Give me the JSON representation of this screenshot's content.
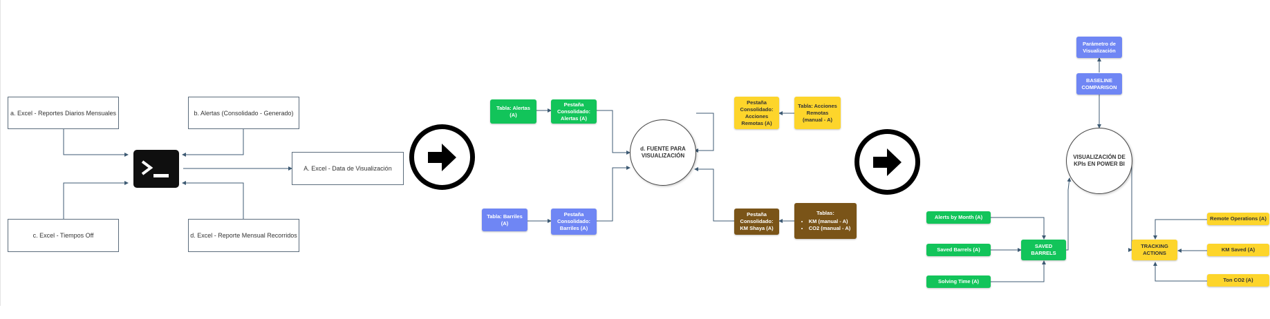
{
  "left_section": {
    "sources": [
      {
        "label": "a. Excel - Reportes Diarios Mensuales"
      },
      {
        "label": "b. Alertas (Consolidado - Generado)"
      },
      {
        "label": "c. Excel - Tiempos Off"
      },
      {
        "label": "d. Excel - Reporte Mensual Recorridos"
      }
    ],
    "terminal_icon": "terminal-icon",
    "output": "A. Excel - Data de Visualización"
  },
  "middle_section": {
    "tabla_alertas": "Tabla: Alertas (A)",
    "pestana_alertas": "Pestaña Consolidado: Alertas (A)",
    "tabla_barriles": "Tabla: Barriles (A)",
    "pestana_barriles": "Pestaña Consolidado: Barriles (A)",
    "hub": "d. FUENTE PARA VISUALIZACIÓN",
    "pestana_acciones": "Pestaña Consolidado: Acciones Remotas (A)",
    "tabla_acciones": "Tabla: Acciones Remotas (manual - A)",
    "pestana_km": "Pestaña Consolidado: KM Shaya (A)",
    "tablas_title": "Tablas:",
    "tablas_items": [
      "KM (manual - A)",
      "CO2 (manual - A)"
    ]
  },
  "right_section": {
    "parametro": "Parámetro de Visualización",
    "baseline": "BASELINE COMPARISON",
    "hub": "VISUALIZACIÓN DE KPIs EN POWER BI",
    "alerts_month": "Alerts by Month (A)",
    "saved_barrels_in": "Saved Barrels (A)",
    "solving_time": "Solving Time (A)",
    "saved_barrels": "SAVED BARRELS",
    "tracking": "TRACKING ACTIONS",
    "remote_ops": "Remote Operations (A)",
    "km_saved": "KM Saved (A)",
    "ton_co2": "Ton CO2 (A)"
  },
  "colors": {
    "green": "#12c45a",
    "blue": "#6f86f4",
    "yellow": "#fdd52b",
    "brown": "#7a5418",
    "connector": "#3d5a73"
  },
  "icons": [
    "terminal-icon",
    "arrow-right-icon",
    "arrow-right-icon"
  ]
}
